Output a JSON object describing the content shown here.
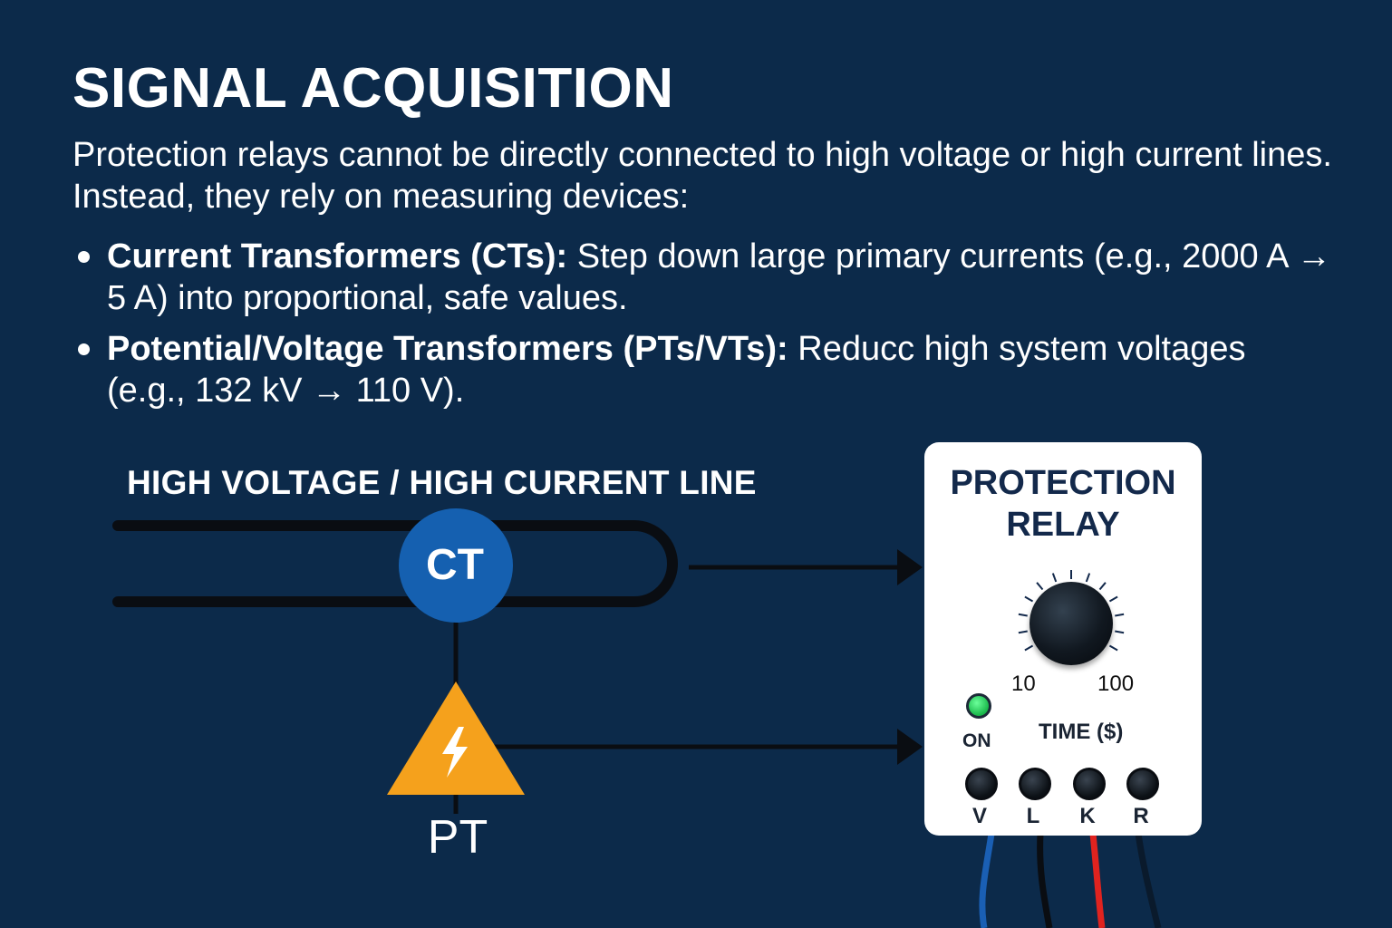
{
  "title": "SIGNAL ACQUISITION",
  "intro": "Protection relays cannot be directly connected to high voltage or high current lines. Instead, they rely on measuring devices:",
  "bullets": [
    {
      "term": "Current Transformers (CTs):",
      "text": " Step down large primary currents (e.g., 2000 A → 5 A) into proportional, safe values."
    },
    {
      "term": "Potential/Voltage Transformers (PTs/VTs):",
      "text": " Reducᴄ high system voltages (e.g., 132 kV → 110 V)."
    }
  ],
  "diagram": {
    "line_label": "HIGH VOLTAGE / HIGH CURRENT LINE",
    "ct_label": "CT",
    "pt_label": "PT",
    "relay": {
      "title_line1": "PROTECTION",
      "title_line2": "RELAY",
      "scale_min": "10",
      "scale_max": "100",
      "led_label": "ON",
      "time_label": "TIME ($)",
      "terminals": [
        "V",
        "L",
        "K",
        "R"
      ]
    },
    "colors": {
      "background": "#0c2a4a",
      "ct_circle": "#1560b0",
      "pt_triangle": "#f5a11c",
      "wire_blue": "#1a5fb4",
      "wire_black": "#0a0d12",
      "wire_red": "#e0231f",
      "led": "#19b84a"
    },
    "icons": [
      "lightning-bolt-icon"
    ]
  }
}
